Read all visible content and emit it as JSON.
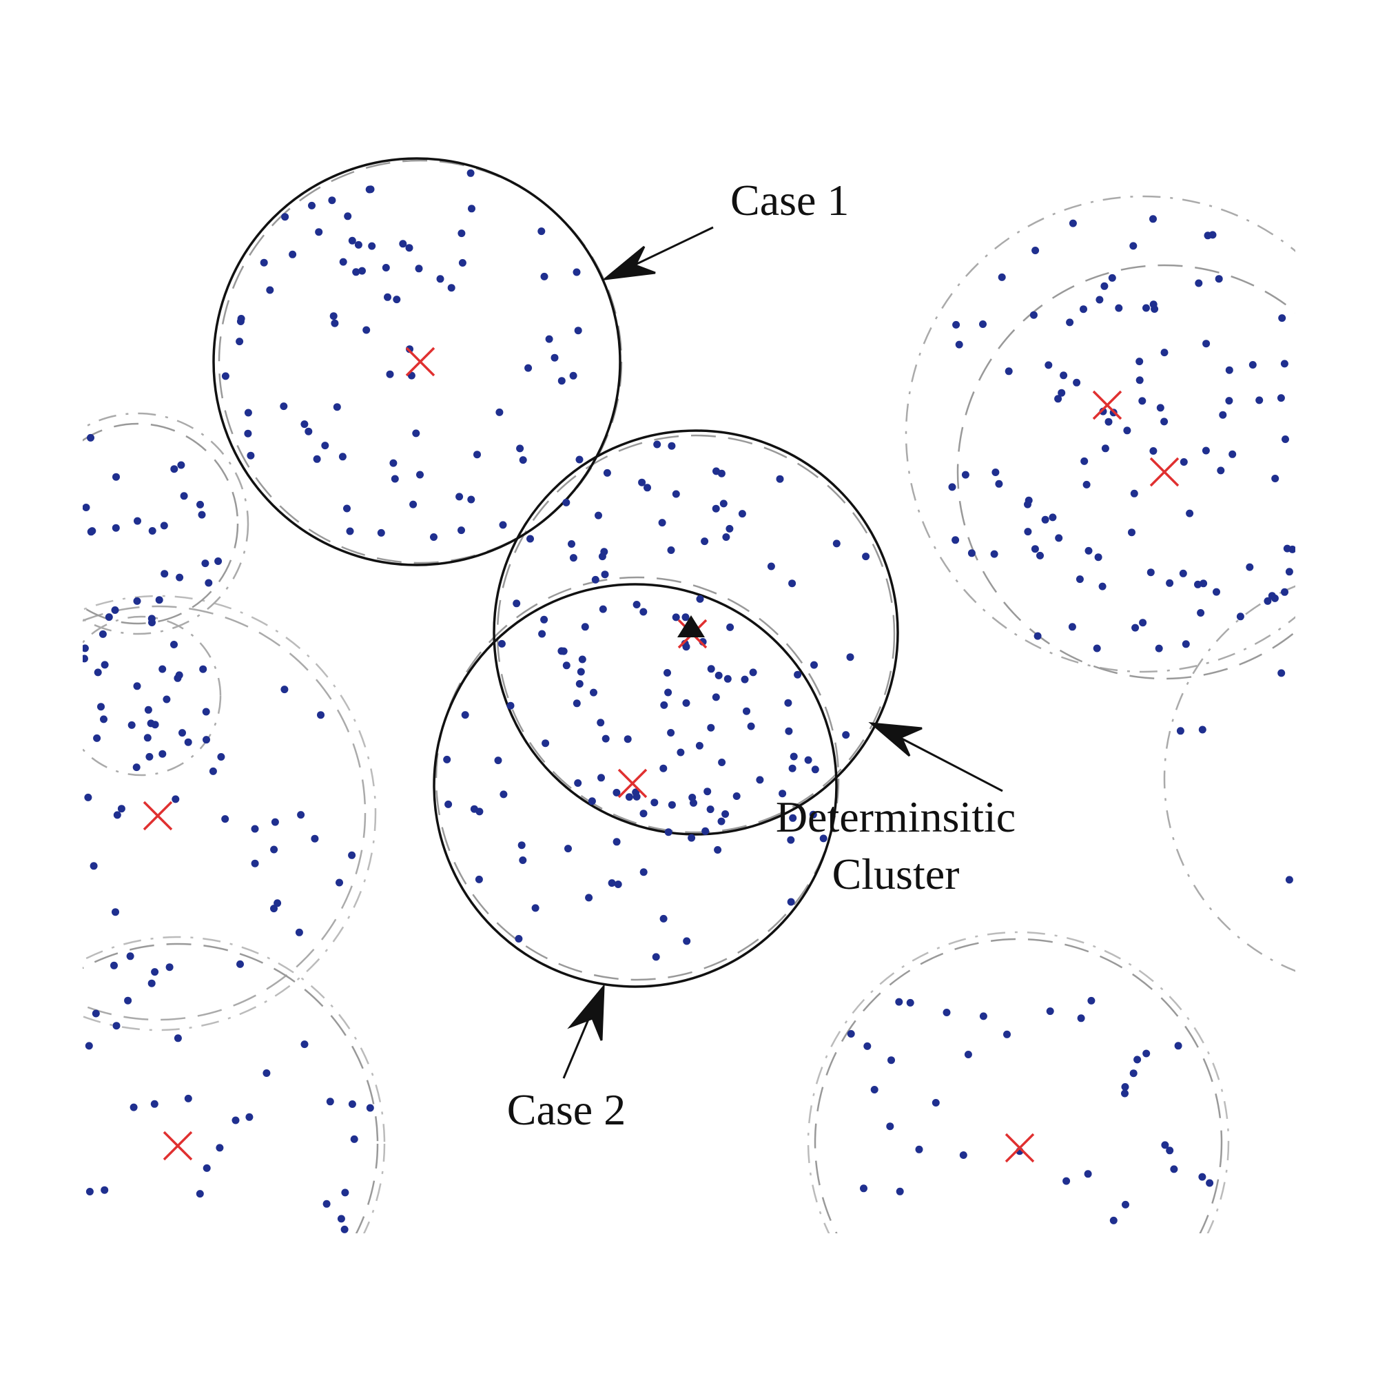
{
  "labels": {
    "case1": "Case 1",
    "case2": "Case 2",
    "deterministic_line1": "Determinsitic",
    "deterministic_line2": "Cluster"
  },
  "colors": {
    "point": "#1f2f8f",
    "center_marker": "#e03030",
    "solid_circle": "#111111",
    "dashed_circle": "#999999",
    "arrow": "#111111"
  },
  "marker_symbols": {
    "cluster_center": "red-x",
    "deterministic_center": "black-triangle",
    "point": "blue-dot"
  }
}
